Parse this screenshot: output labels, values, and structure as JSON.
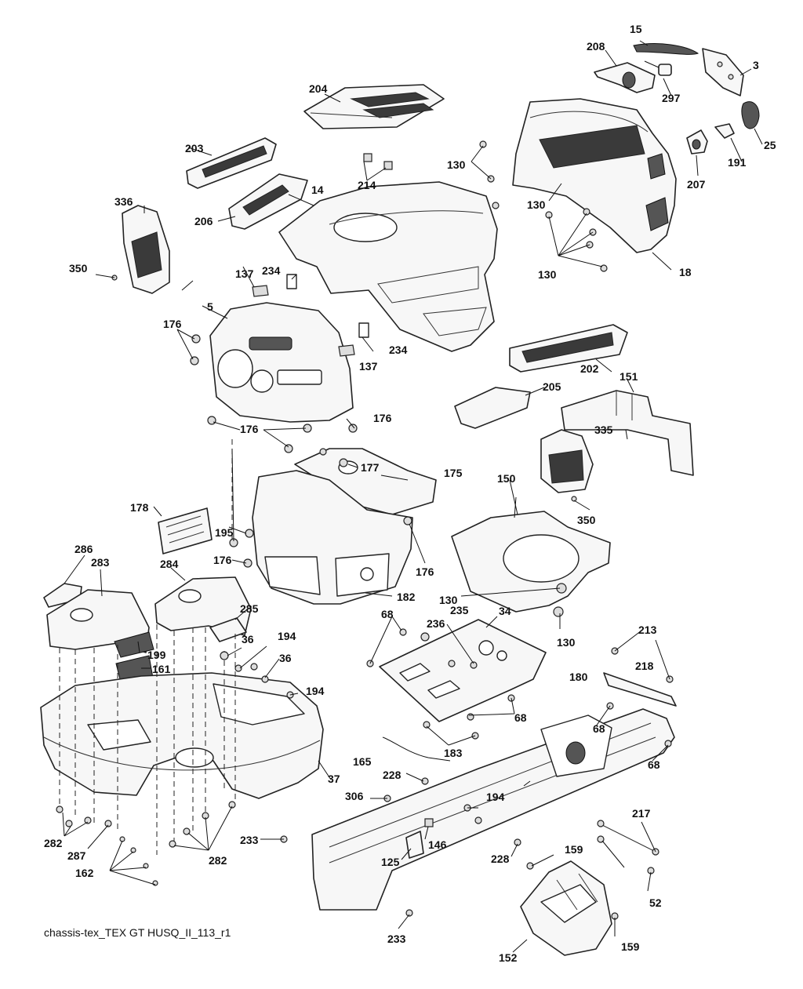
{
  "caption": "chassis-tex_TEX GT HUSQ_II_113_r1",
  "callouts": [
    "15",
    "208",
    "3",
    "297",
    "204",
    "25",
    "203",
    "214",
    "130",
    "191",
    "207",
    "14",
    "336",
    "206",
    "130",
    "350",
    "137",
    "234",
    "130",
    "18",
    "5",
    "176",
    "234",
    "137",
    "202",
    "205",
    "151",
    "176",
    "176",
    "177",
    "175",
    "335",
    "150",
    "178",
    "195",
    "176",
    "350",
    "182",
    "176",
    "286",
    "283",
    "284",
    "285",
    "235",
    "34",
    "68",
    "236",
    "194",
    "36",
    "199",
    "36",
    "161",
    "194",
    "130",
    "130",
    "213",
    "218",
    "180",
    "68",
    "165",
    "183",
    "68",
    "228",
    "306",
    "194",
    "217",
    "37",
    "233",
    "146",
    "125",
    "228",
    "159",
    "52",
    "282",
    "287",
    "162",
    "282",
    "233",
    "159",
    "152"
  ]
}
